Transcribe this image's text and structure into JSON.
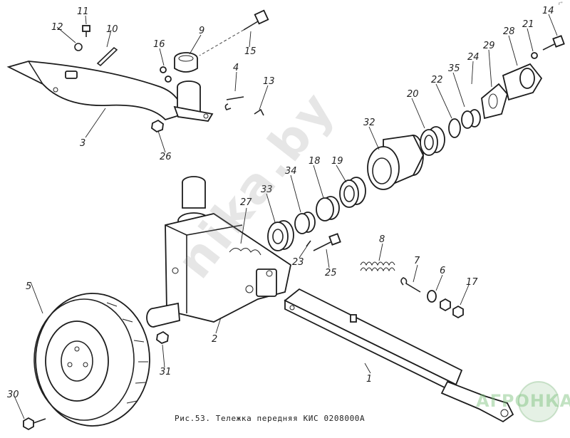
{
  "caption": "Рис.53. Тележка передняя КИС 0208000А",
  "corner_mark": "r''",
  "watermark": "nika.by",
  "logo_text": "АГРОНКА",
  "labels": [
    "1",
    "2",
    "3",
    "4",
    "5",
    "6",
    "7",
    "8",
    "9",
    "10",
    "11",
    "12",
    "13",
    "14",
    "15",
    "16",
    "17",
    "18",
    "19",
    "20",
    "21",
    "22",
    "23",
    "24",
    "25",
    "26",
    "27",
    "28",
    "29",
    "30",
    "31",
    "32",
    "33",
    "34",
    "35"
  ]
}
